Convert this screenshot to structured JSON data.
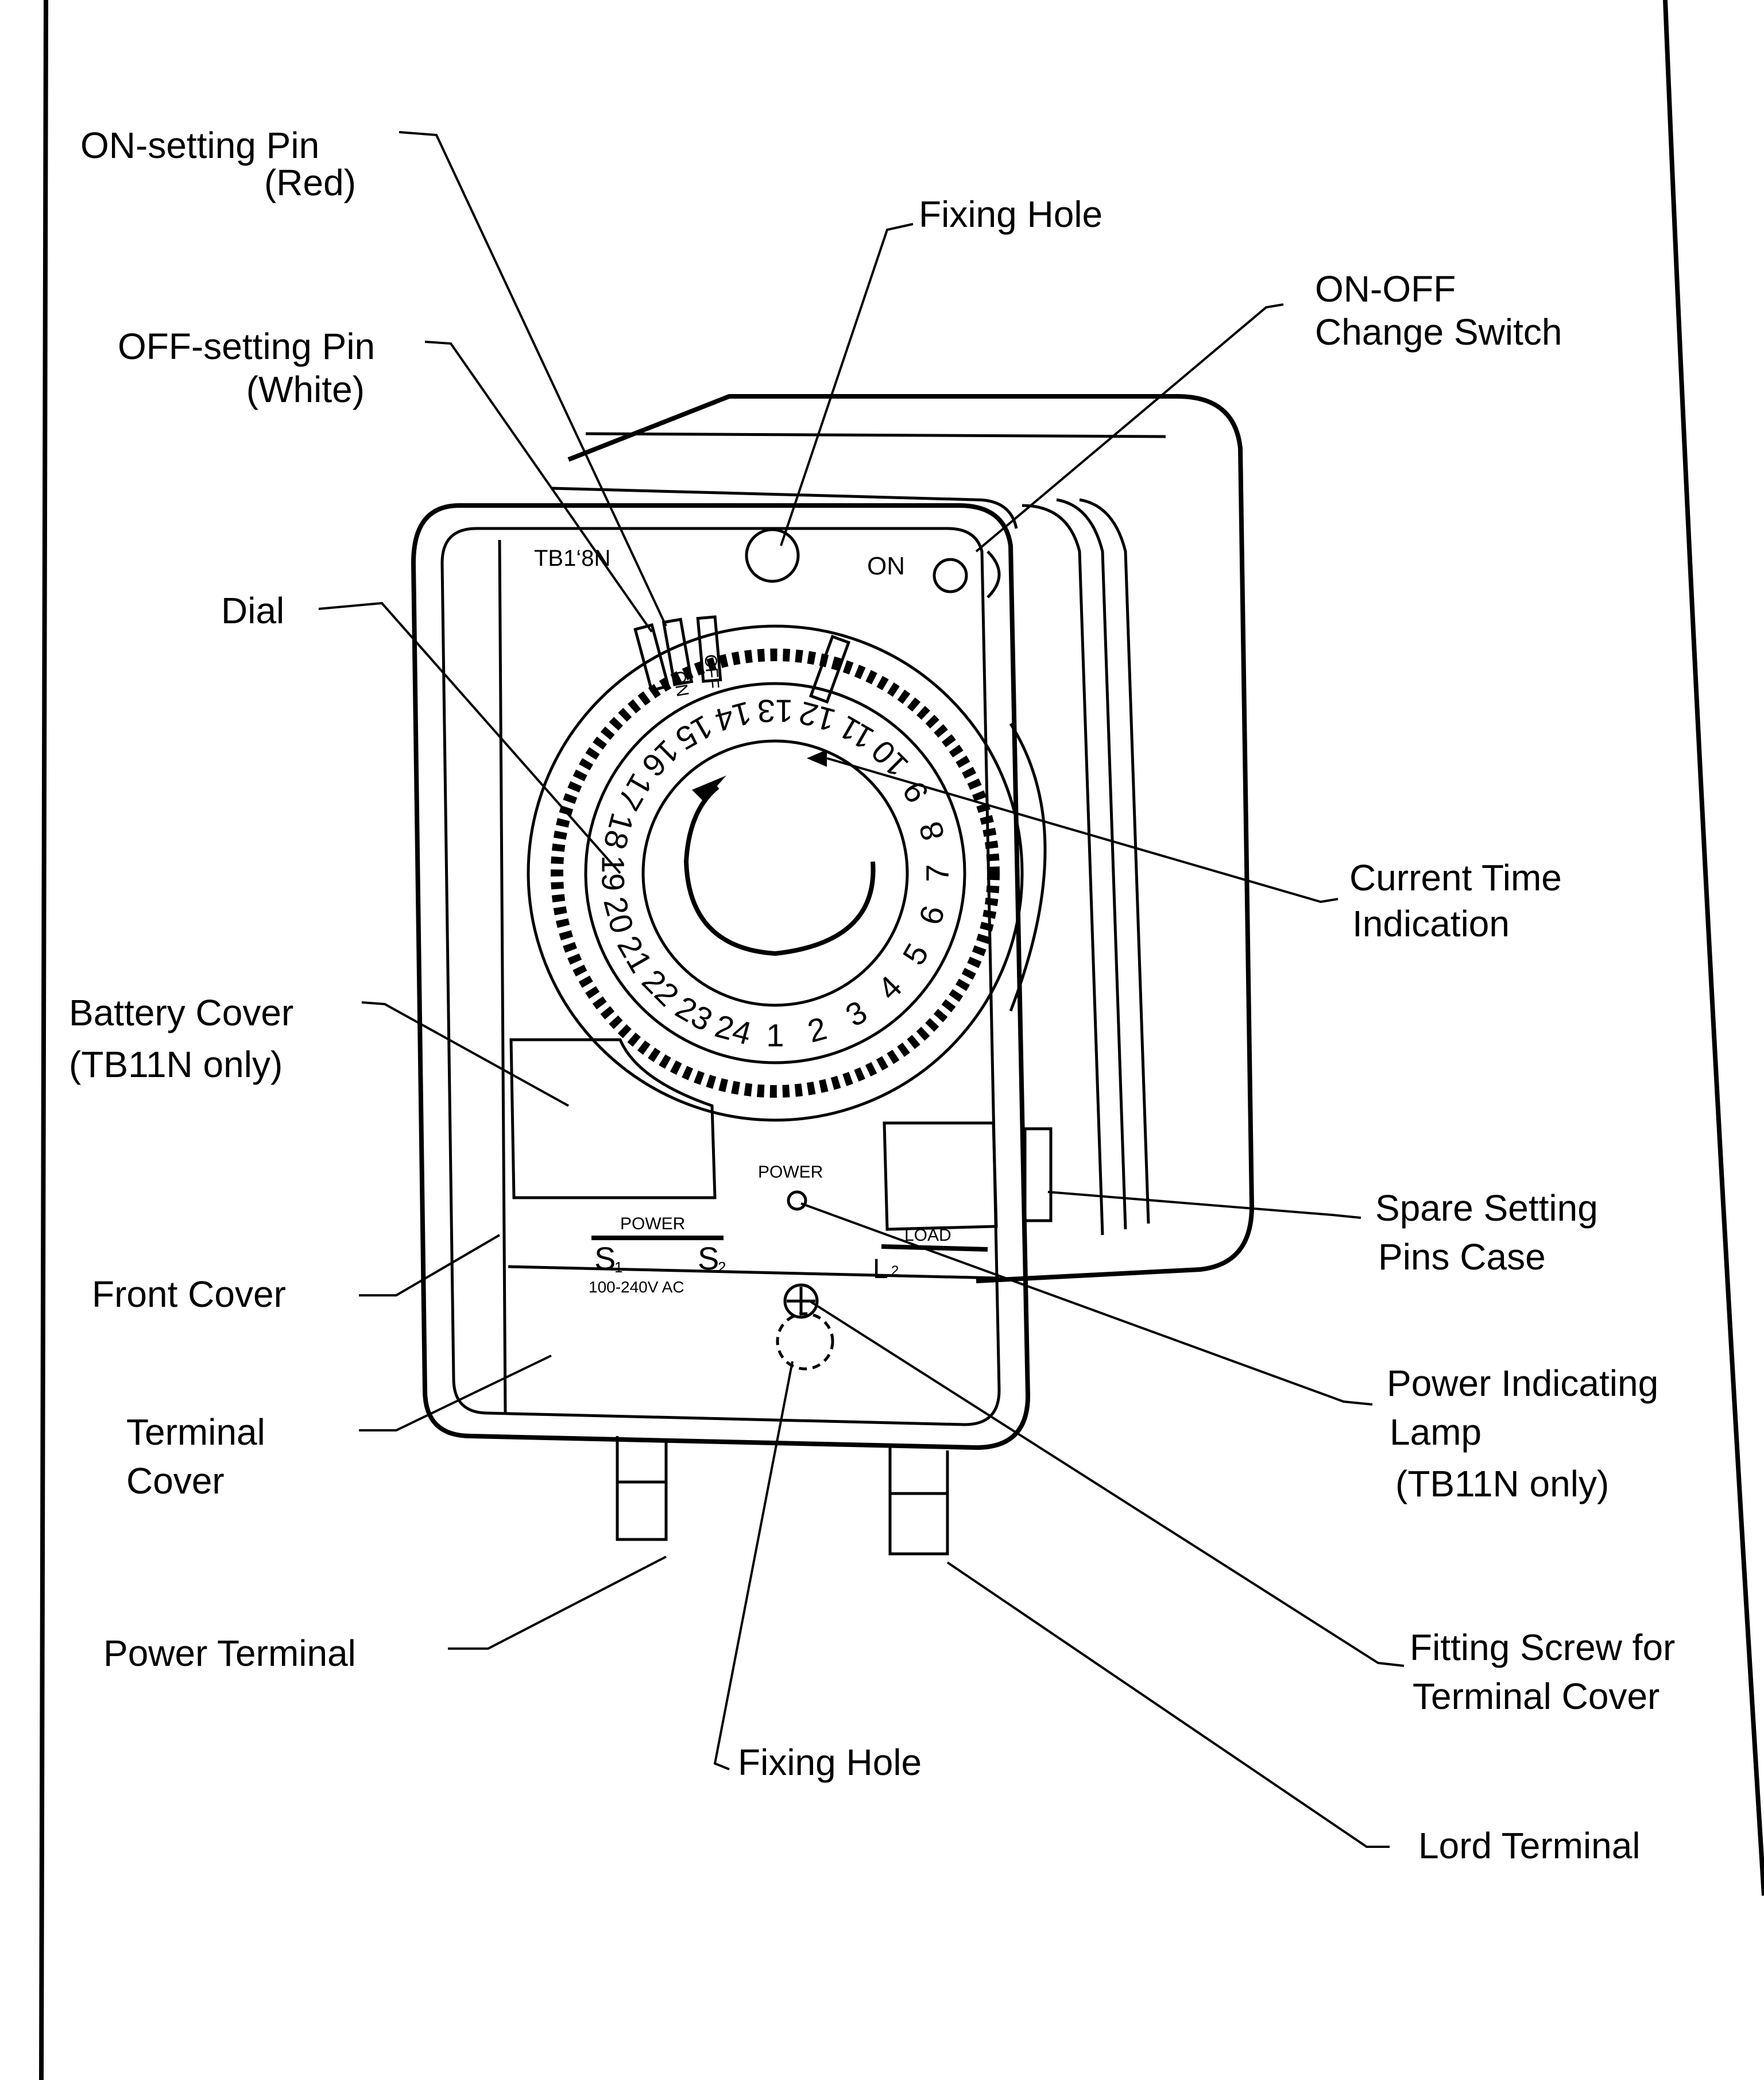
{
  "title": "Timer Switch Part Names",
  "model_marking": "TB1‘8N",
  "device_text": {
    "on_switch": "ON",
    "power_lamp": "POWER",
    "power_terminal_header": "POWER",
    "s1": "S",
    "s1_sub": "1",
    "s2": "S",
    "s2_sub": "2",
    "voltage": "100-240V AC",
    "load_header": "LOAD",
    "l2": "L",
    "l2_sub": "2",
    "pin_on": "ON",
    "pin_off": "OFF"
  },
  "dial_hours": [
    "1",
    "2",
    "3",
    "4",
    "5",
    "6",
    "7",
    "8",
    "9",
    "10",
    "11",
    "12",
    "13",
    "14",
    "15",
    "16",
    "17",
    "18",
    "19",
    "20",
    "21",
    "22",
    "23",
    "24"
  ],
  "labels": [
    {
      "id": "on-setting-pin",
      "lines": [
        "ON-setting  Pin",
        "(Red)"
      ]
    },
    {
      "id": "fixing-hole-top",
      "lines": [
        "Fixing Hole"
      ]
    },
    {
      "id": "on-off-change-switch",
      "lines": [
        "ON-OFF",
        "Change Switch"
      ]
    },
    {
      "id": "off-setting-pin",
      "lines": [
        "OFF-setting Pin",
        "(White)"
      ]
    },
    {
      "id": "dial",
      "lines": [
        "Dial"
      ]
    },
    {
      "id": "current-time-indication",
      "lines": [
        "Current Time",
        "Indication"
      ]
    },
    {
      "id": "battery-cover",
      "lines": [
        "Battery Cover",
        "(TB11N only)"
      ]
    },
    {
      "id": "spare-setting-pins-case",
      "lines": [
        "Spare Setting",
        "Pins Case"
      ]
    },
    {
      "id": "front-cover",
      "lines": [
        "Front Cover"
      ]
    },
    {
      "id": "power-indicating-lamp",
      "lines": [
        "Power Indicating",
        "Lamp",
        "(TB11N only)"
      ]
    },
    {
      "id": "terminal-cover",
      "lines": [
        "Terminal",
        "Cover"
      ]
    },
    {
      "id": "power-terminal",
      "lines": [
        "Power Terminal"
      ]
    },
    {
      "id": "fitting-screw",
      "lines": [
        "Fitting Screw for",
        "Terminal Cover"
      ]
    },
    {
      "id": "fixing-hole-bottom",
      "lines": [
        "Fixing Hole"
      ]
    },
    {
      "id": "lord-terminal",
      "lines": [
        "Lord Terminal"
      ]
    }
  ]
}
